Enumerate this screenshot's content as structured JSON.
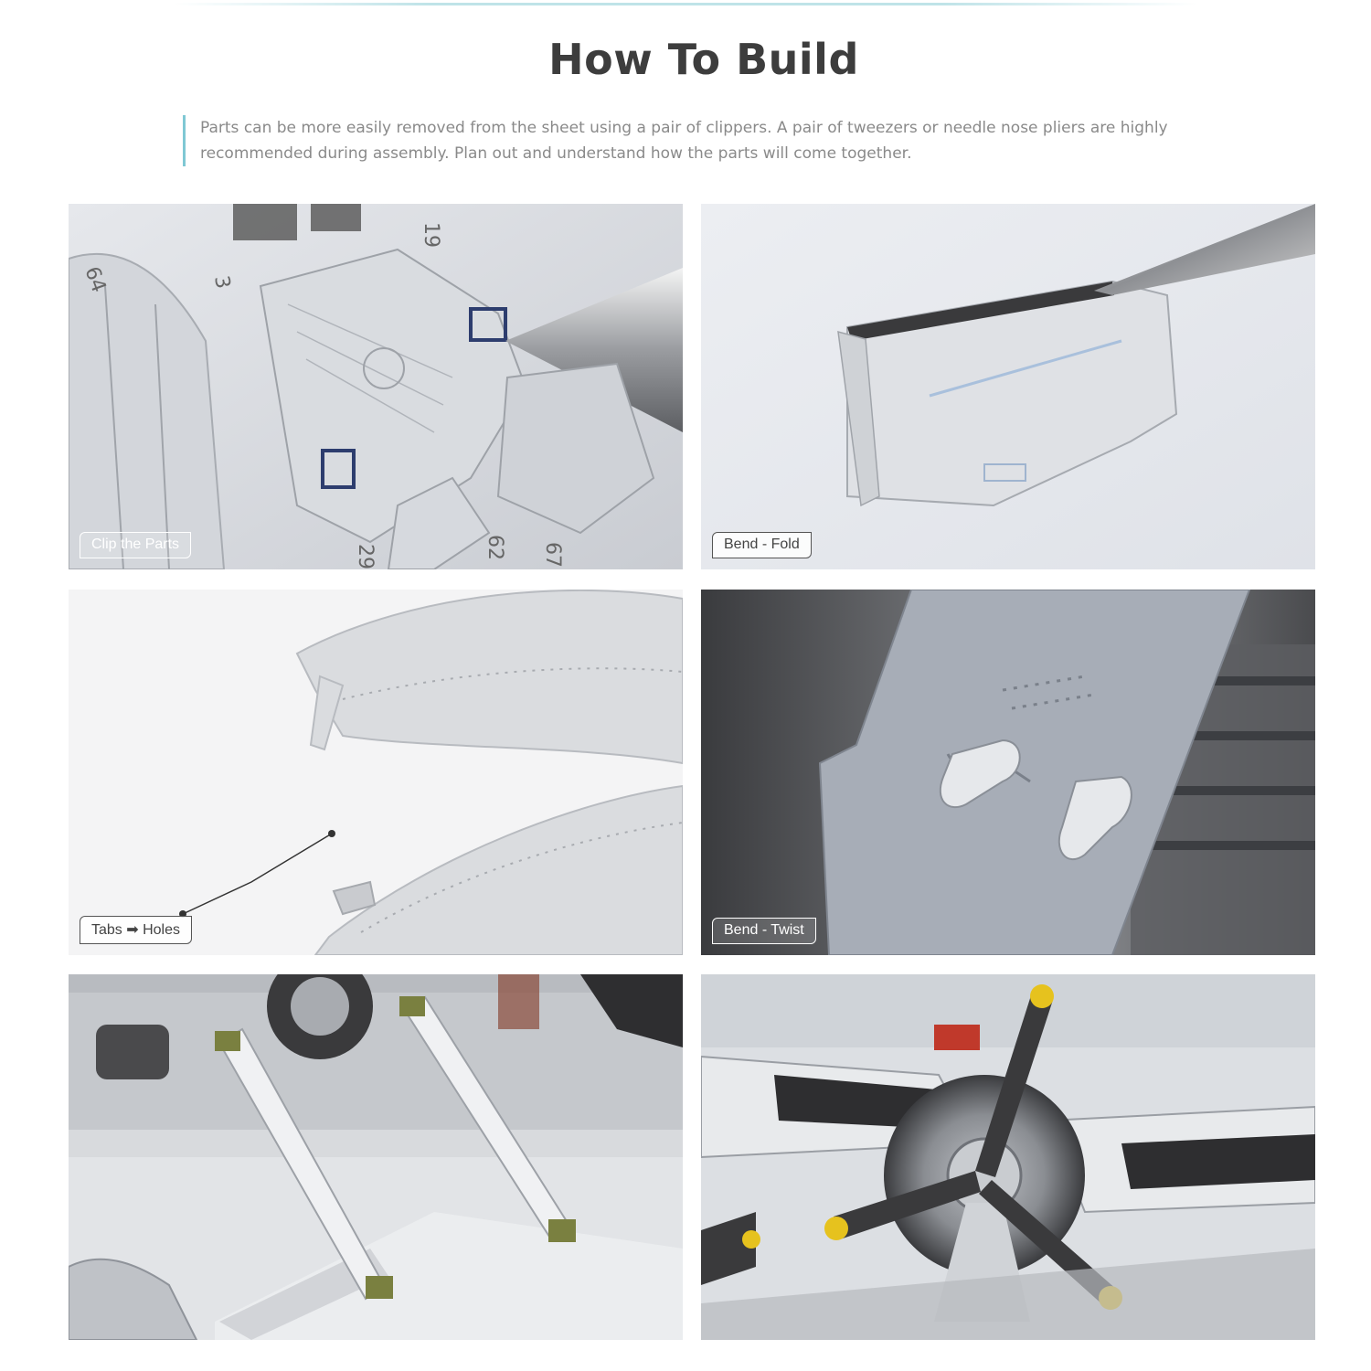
{
  "heading": "How To Build",
  "intro": "Parts can be more easily removed from the sheet using a pair of clippers. A pair of tweezers or needle nose pliers are highly recommended during assembly. Plan out and understand how the parts will come together.",
  "panels": [
    {
      "caption": "Clip the Parts"
    },
    {
      "caption": "Bend - Fold"
    },
    {
      "caption": "Tabs ➡ Holes"
    },
    {
      "caption": "Bend - Twist"
    },
    {
      "caption": ""
    },
    {
      "caption": ""
    }
  ],
  "part_numbers": [
    "19",
    "64",
    "3",
    "29",
    "62",
    "67"
  ]
}
